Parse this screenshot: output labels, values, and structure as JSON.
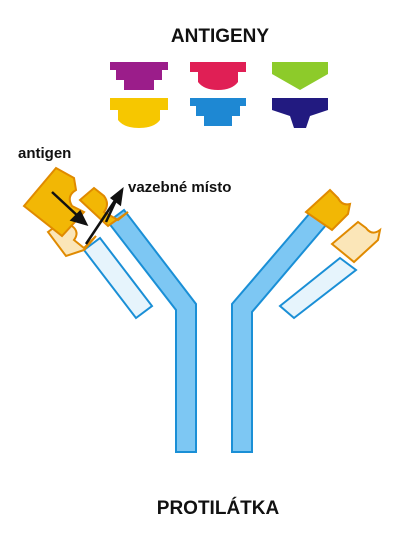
{
  "labels": {
    "antigens_title": "ANTIGENY",
    "antigen": "antigen",
    "binding_site": "vazebné místo",
    "antibodies_title": "PROTILÁTKA"
  },
  "antigens": [
    {
      "color": "#9b1d8a",
      "shape": "stepped-notch"
    },
    {
      "color": "#e01f55",
      "shape": "round-notch"
    },
    {
      "color": "#8dcb2a",
      "shape": "v-notch"
    },
    {
      "color": "#f6c700",
      "shape": "round-notch"
    },
    {
      "color": "#1e88d3",
      "shape": "stepped-notch"
    },
    {
      "color": "#221a80",
      "shape": "v-notch"
    }
  ],
  "colors": {
    "heavy_chain": "#7dc7f3",
    "light_chain": "#e6f4fc",
    "chain_outline": "#1a8fd6",
    "variable_region": "#f2b705",
    "variable_light": "#fbe6b8",
    "variable_outline": "#e08a00",
    "arrow": "#111111"
  }
}
